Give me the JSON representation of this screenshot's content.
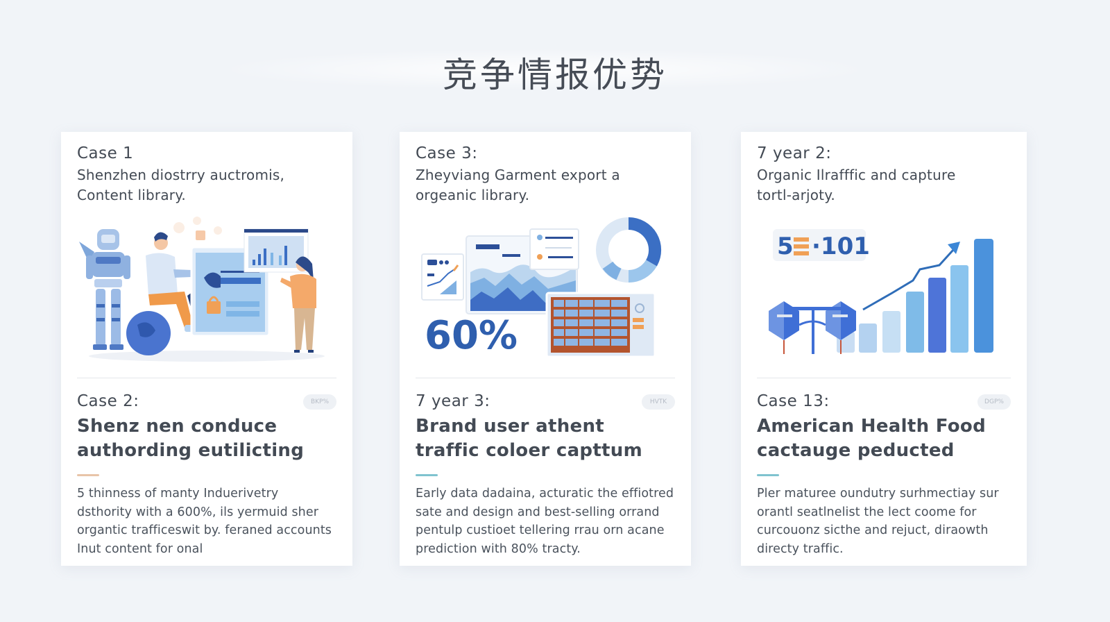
{
  "page": {
    "title": "竞争情报优势"
  },
  "cards": [
    {
      "top_label": "Case 1",
      "top_subtitle_line1": "Shenzhen diostrry auctromis,",
      "top_subtitle_line2": "Content library.",
      "illustration": "robot-person-dashboard-illustration",
      "lower_label": "Case 2:",
      "lower_title_line1": "Shenz nen conduce",
      "lower_title_line2": "authording eutilicting",
      "badge": "BKP%",
      "accent_color": "#e8c4a8",
      "description": "5 thinness of manty Induerivetry dsthority with a 600%, ils yermuid sher organtic trafficeswit by. feraned accounts Inut content for onal"
    },
    {
      "top_label": "Case 3:",
      "top_subtitle_line1": "Zheyviang Garment export a",
      "top_subtitle_line2": "orgeanic library.",
      "illustration": "analytics-dashboard-library-illustration",
      "big_stat": "60%",
      "lower_label": "7 year 3:",
      "lower_title_line1": "Brand user athent",
      "lower_title_line2": "traffic coloer capttum",
      "badge": "HVTK",
      "accent_color": "#7fc3cf",
      "description": "Early data dadaina, acturatic the effiotred sate and design and best-selling orrand pentulp custioet tellering rrau orn acane prediction with 80% tracty."
    },
    {
      "top_label": "7 year 2:",
      "top_subtitle_line1": "Organic Ilrafffic and capture",
      "top_subtitle_line2": "tortl-arjoty.",
      "illustration": "growth-bar-chart-illustration",
      "stat_display": "5E·101",
      "lower_label": "Case 13:",
      "lower_title_line1": "American Health Food",
      "lower_title_line2": "cactauge peducted",
      "badge": "DGP%",
      "accent_color": "#7fc3cf",
      "description": "Pler maturee oundutry surhmectiay sur orantl seatlnelist the lect coome for curcouonz sicthe and rejuct, diraowth directy traffic."
    }
  ],
  "colors": {
    "background": "#f1f4f8",
    "card": "#ffffff",
    "text": "#434a54",
    "primary_blue": "#3b6fc4",
    "light_blue": "#a8cdef",
    "orange": "#f0a056"
  }
}
